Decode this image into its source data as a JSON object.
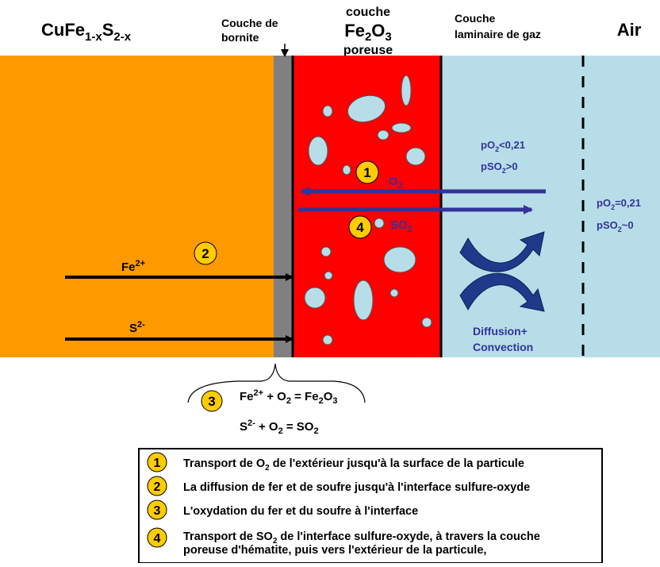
{
  "headers": {
    "sulfide_main": "CuFe",
    "sulfide_sub1": "1-x",
    "sulfide_S": "S",
    "sulfide_sub2": "2-x",
    "bornite_line1": "Couche de",
    "bornite_line2": "bornite",
    "oxide_line1": "couche",
    "oxide_fe": "Fe",
    "oxide_sub1": "2",
    "oxide_o": "O",
    "oxide_sub2": "3",
    "oxide_line3": "poreuse",
    "gas_line1": "Couche",
    "gas_line2": "laminaire de gaz",
    "air": "Air"
  },
  "labels": {
    "fe_ion": "Fe",
    "fe_charge": "2+",
    "s_ion": "S",
    "s_charge": "2-",
    "o2_gas": "O",
    "o2_sub": "2",
    "so2_gas": "SO",
    "so2_sub": "2",
    "inner_po2": "pO",
    "inner_po2_sub": "2",
    "inner_po2_val": "<0,21",
    "inner_pso2": "pSO",
    "inner_pso2_sub": "2",
    "inner_pso2_val": ">0",
    "outer_po2": "pO",
    "outer_po2_sub": "2",
    "outer_po2_val": "=0,21",
    "outer_pso2": "pSO",
    "outer_pso2_sub": "2",
    "outer_pso2_val": "~0",
    "diffusion_line1": "Diffusion+",
    "diffusion_line2": "Convection"
  },
  "reactions": {
    "r1_fe": "Fe",
    "r1_fe_charge": "2+",
    "r1_plus": " + O",
    "r1_o2_sub": "2",
    "r1_eq": " = Fe",
    "r1_fe2o3_sub1": "2",
    "r1_o": "O",
    "r1_fe2o3_sub2": "3",
    "r2_s": "S",
    "r2_s_charge": "2-",
    "r2_plus": " + O",
    "r2_o2_sub": "2",
    "r2_eq": " = SO",
    "r2_so2_sub": "2"
  },
  "markers": [
    "1",
    "2",
    "3",
    "4"
  ],
  "legend": [
    {
      "num": "1",
      "text_a": "Transport de O",
      "sub": "2",
      "text_b": " de l'extérieur jusqu'à la surface de la particule"
    },
    {
      "num": "2",
      "text_a": "La diffusion de fer et de soufre jusqu'à l'interface sulfure-oxyde"
    },
    {
      "num": "3",
      "text_a": "L'oxydation du fer et du soufre à l'interface"
    },
    {
      "num": "4",
      "text_a": "Transport de SO",
      "sub": "2",
      "text_b": " de l'interface sulfure-oxyde, à travers la couche",
      "line2": "poreuse d'hématite, puis vers l'extérieur de la particule,"
    }
  ],
  "colors": {
    "sulfide": "#FF9900",
    "bornite": "#808080",
    "oxide": "#FF0000",
    "pores": "#B7DEE8",
    "gas": "#B7DEE8",
    "marker": "#FFCC00",
    "arrow_gas": "#333399",
    "text_gas": "#333399"
  }
}
